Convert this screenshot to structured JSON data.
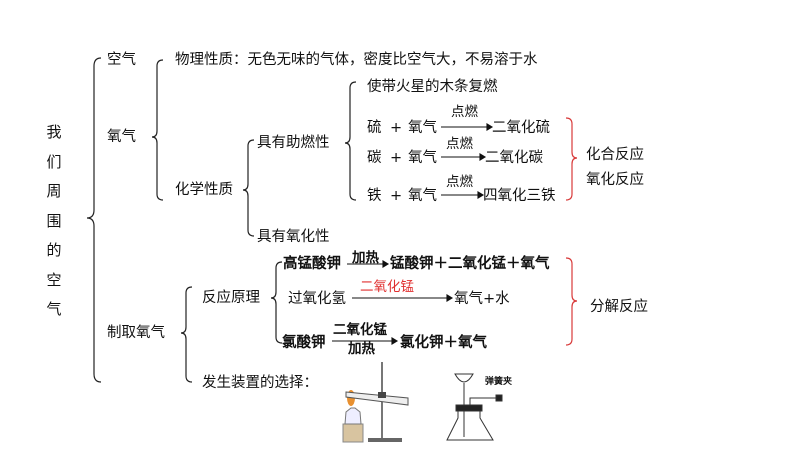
{
  "title_vertical": [
    "我",
    "们",
    "周",
    "围",
    "的",
    "空",
    "气"
  ],
  "air": "空气",
  "oxygen": "氧气",
  "physical": "物理性质：无色无味的气体，密度比空气大，不易溶于水",
  "chemical": "化学性质",
  "combustion_support": "具有助燃性",
  "oxidizing": "具有氧化性",
  "relight": "使带火星的木条复燃",
  "reactions": [
    {
      "a": "硫",
      "plus": "+",
      "b": "氧气",
      "cond": "点燃",
      "product": "二氧化硫"
    },
    {
      "a": "碳",
      "plus": "+",
      "b": "氧气",
      "cond": "点燃",
      "product": "二氧化碳"
    },
    {
      "a": "铁",
      "plus": "+",
      "b": "氧气",
      "cond": "点燃",
      "product": "四氧化三铁"
    }
  ],
  "combination": "化合反应",
  "oxidation": "氧化反应",
  "prep": "制取氧气",
  "principle": "反应原理",
  "prep_reactions": {
    "kmno4": {
      "reactant": "高锰酸钾",
      "cond": "加热",
      "products": "锰酸钾＋二氧化锰＋氧气"
    },
    "h2o2": {
      "reactant": "过氧化氢",
      "cond": "二氧化锰",
      "products": "氧气+水"
    },
    "kclo3": {
      "reactant": "氯酸钾",
      "cond_top": "二氧化锰",
      "cond_bottom": "加热",
      "products": "氯化钾＋氧气"
    }
  },
  "decomposition": "分解反应",
  "apparatus": "发生装置的选择：",
  "clip_label": "弹簧夹"
}
